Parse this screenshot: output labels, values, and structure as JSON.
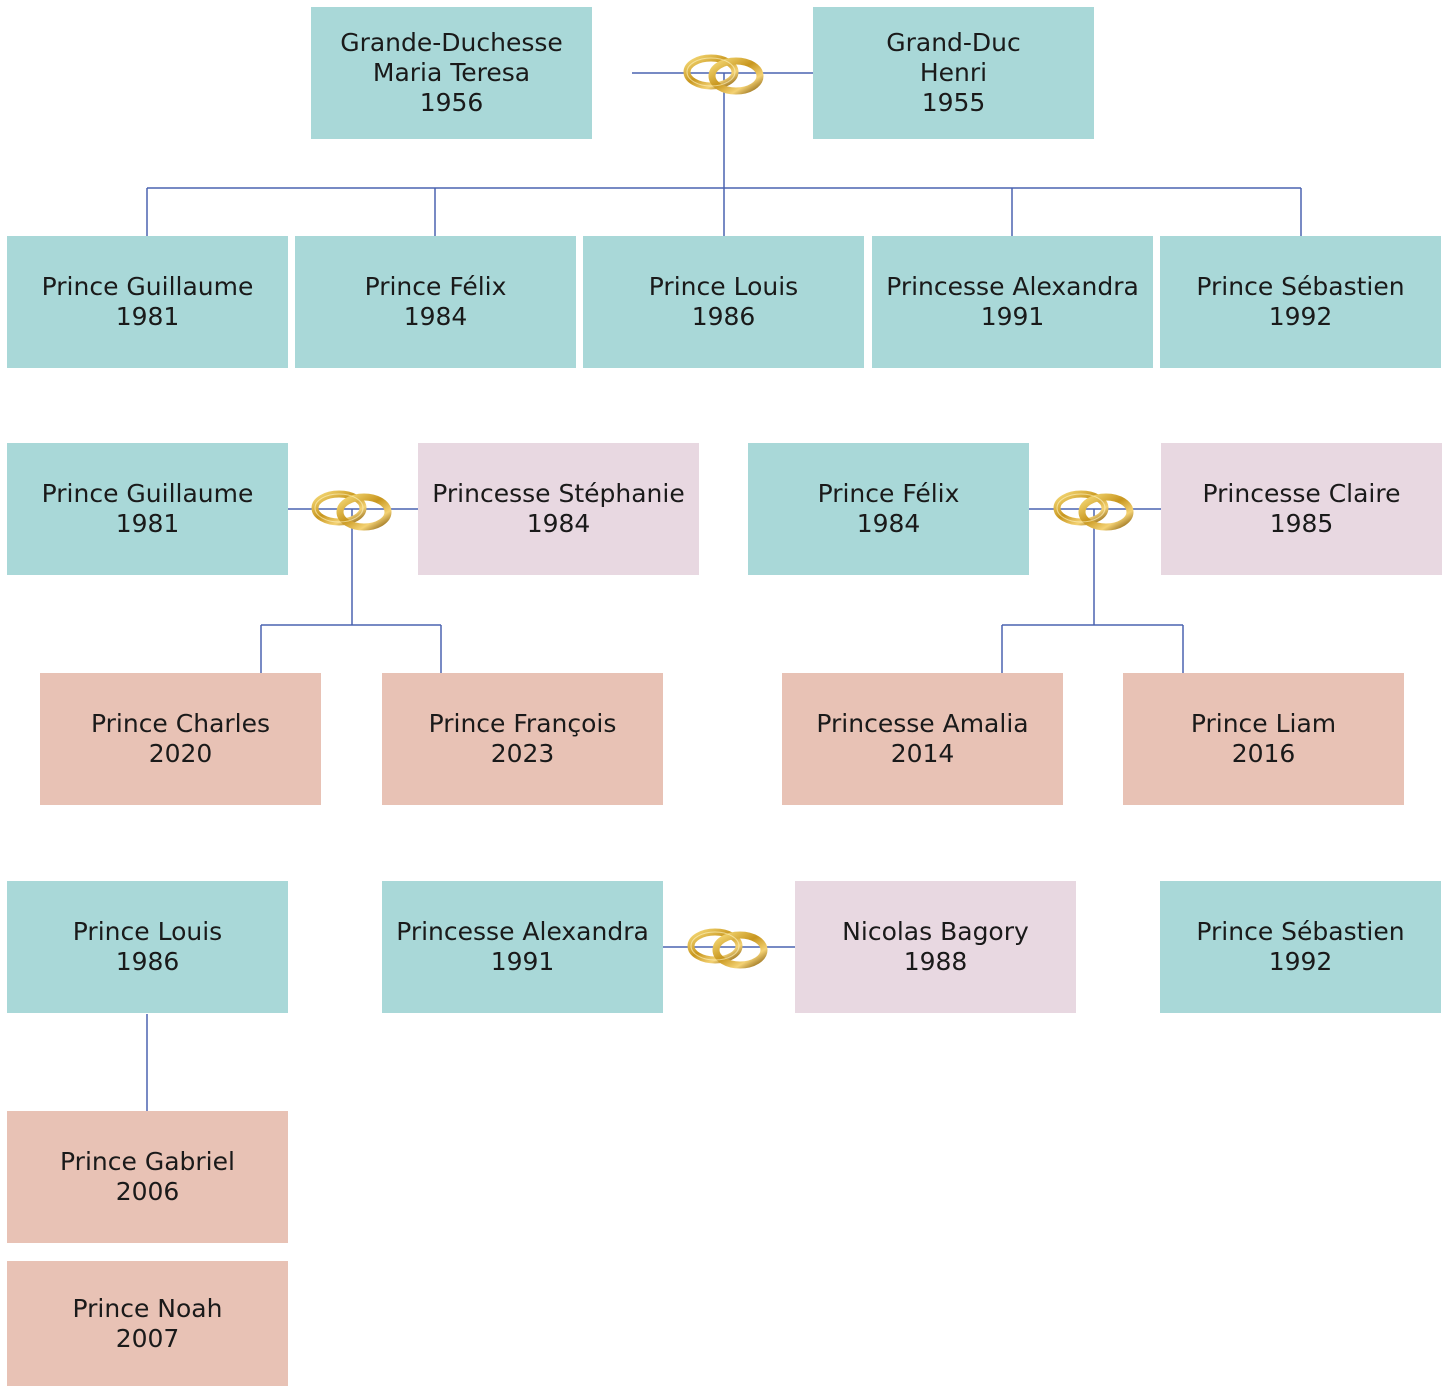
{
  "colors": {
    "parent": "#a9d8d8",
    "spouse": "#e8d8e1",
    "child": "#e8c2b5",
    "line": "#4a63b0"
  },
  "icons": {
    "marriage": "wedding-rings-icon"
  },
  "root": {
    "wife": {
      "title": "Grande-Duchesse",
      "name": "Maria Teresa",
      "year": "1956"
    },
    "husband": {
      "title": "Grand-Duc",
      "name": "Henri",
      "year": "1955"
    }
  },
  "children": [
    {
      "name": "Prince Guillaume",
      "year": "1981"
    },
    {
      "name": "Prince Félix",
      "year": "1984"
    },
    {
      "name": "Prince Louis",
      "year": "1986"
    },
    {
      "name": "Princesse Alexandra",
      "year": "1991"
    },
    {
      "name": "Prince Sébastien",
      "year": "1992"
    }
  ],
  "families": {
    "guillaume": {
      "person": {
        "name": "Prince Guillaume",
        "year": "1981"
      },
      "spouse": {
        "name": "Princesse Stéphanie",
        "year": "1984"
      },
      "kids": [
        {
          "name": "Prince Charles",
          "year": "2020"
        },
        {
          "name": "Prince François",
          "year": "2023"
        }
      ]
    },
    "felix": {
      "person": {
        "name": "Prince Félix",
        "year": "1984"
      },
      "spouse": {
        "name": "Princesse Claire",
        "year": "1985"
      },
      "kids": [
        {
          "name": "Princesse Amalia",
          "year": "2014"
        },
        {
          "name": "Prince Liam",
          "year": "2016"
        }
      ]
    },
    "louis": {
      "person": {
        "name": "Prince Louis",
        "year": "1986"
      },
      "kids": [
        {
          "name": "Prince Gabriel",
          "year": "2006"
        },
        {
          "name": "Prince Noah",
          "year": "2007"
        }
      ]
    },
    "alexandra": {
      "person": {
        "name": "Princesse Alexandra",
        "year": "1991"
      },
      "spouse": {
        "name": "Nicolas Bagory",
        "year": "1988"
      }
    },
    "sebastien": {
      "person": {
        "name": "Prince Sébastien",
        "year": "1992"
      }
    }
  }
}
